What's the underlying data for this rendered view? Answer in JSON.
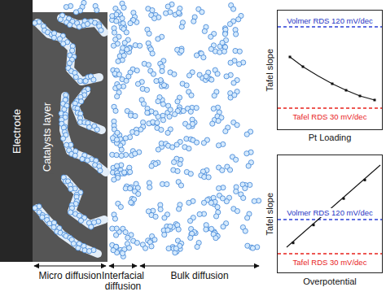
{
  "diagram": {
    "nodes": [
      {
        "text": [
          "Electrode"
        ]
      },
      {
        "text": [
          "Catalysts layer"
        ]
      },
      {
        "text": [
          "Volmer RDS 120 mV/dec",
          "Tafel RDS 30 mV/dec"
        ]
      },
      {
        "text": [
          "Volmer RDS 120 mV/dec",
          "Tafel RDS 30 mV/dec"
        ]
      }
    ],
    "labels": [
      "Micro diffusion",
      "Interfacial diffusion",
      "Bulk diffusion",
      "Tafel slope",
      "Pt Loading",
      "Tafel slope",
      "Overpotential"
    ]
  }
}
